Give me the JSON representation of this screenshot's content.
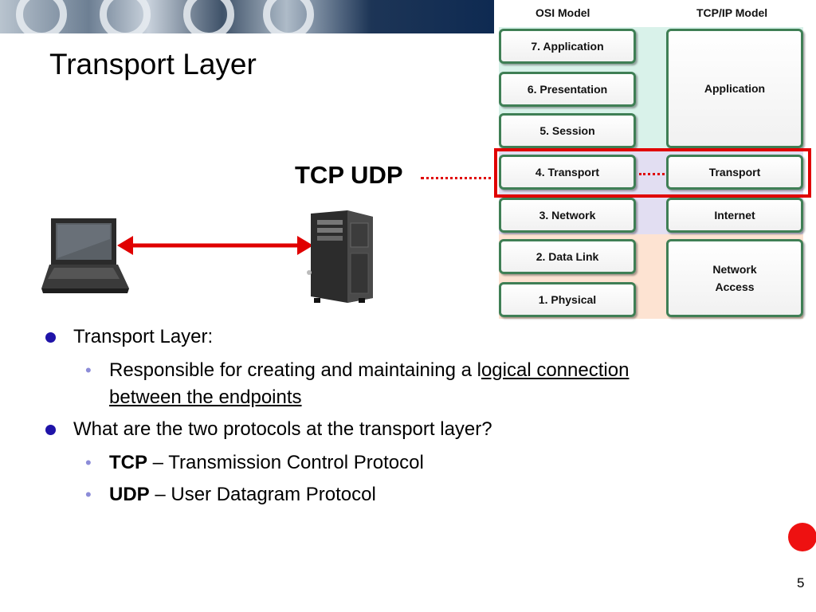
{
  "slide": {
    "title": "Transport Layer",
    "protocols_label": "TCP UDP",
    "page_number": "5"
  },
  "diagram": {
    "osi_header": "OSI Model",
    "tcpip_header": "TCP/IP Model",
    "osi_layers": [
      "7. Application",
      "6. Presentation",
      "5. Session",
      "4. Transport",
      "3. Network",
      "2. Data Link",
      "1. Physical"
    ],
    "tcpip_layers": [
      "Application",
      "Transport",
      "Internet",
      "Network",
      "Access"
    ],
    "highlight_color": "#e00000",
    "band_colors": [
      "#d9f2ea",
      "#e2def2",
      "#fde3d2"
    ]
  },
  "bullets": {
    "b1": "Transport Layer:",
    "b1_sub_text": "Responsible for creating and maintaining a l",
    "b1_sub_underline_1": "ogical connection",
    "b1_sub_underline_2": "between the endpoints",
    "b2": "What are the two protocols at the transport layer?",
    "tcp_bold": "TCP",
    "tcp_rest": " – Transmission Control Protocol",
    "udp_bold": "UDP",
    "udp_rest": " – User Datagram Protocol"
  },
  "icons": [
    "laptop-icon",
    "server-icon",
    "double-arrow-icon"
  ]
}
